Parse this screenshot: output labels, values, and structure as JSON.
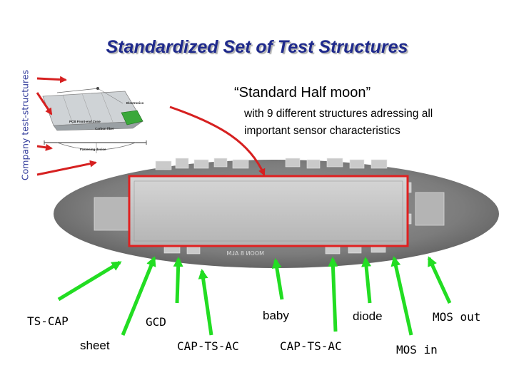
{
  "slide": {
    "title": "Standardized Set of Test Structures",
    "side_label": "Company test-structures",
    "half_moon": {
      "title": "“Standard Half moon”",
      "description_line1": "with 9 different structures adressing all",
      "description_line2": "important sensor characteristics"
    },
    "sketch": {
      "label_electronics": "Electronics",
      "label_pcb": "PCB Front-end Zone",
      "label_carbon": "Carbon fiber",
      "label_fastening": "Fastening device"
    },
    "structure_labels": [
      {
        "id": "ts-cap",
        "text": "TS-CAP"
      },
      {
        "id": "sheet",
        "text": "sheet"
      },
      {
        "id": "gcd",
        "text": "GCD"
      },
      {
        "id": "cap-ts-ac-1",
        "text": "CAP-TS-AC"
      },
      {
        "id": "baby",
        "text": "baby"
      },
      {
        "id": "cap-ts-ac-2",
        "text": "CAP-TS-AC"
      },
      {
        "id": "diode",
        "text": "diode"
      },
      {
        "id": "mos-out",
        "text": "MOS out"
      },
      {
        "id": "mos-in",
        "text": "MOS in"
      }
    ],
    "colors": {
      "title": "#1f2a8c",
      "red_arrow": "#d62020",
      "green_arrow": "#22dd22",
      "highlight": "#e02020"
    }
  }
}
